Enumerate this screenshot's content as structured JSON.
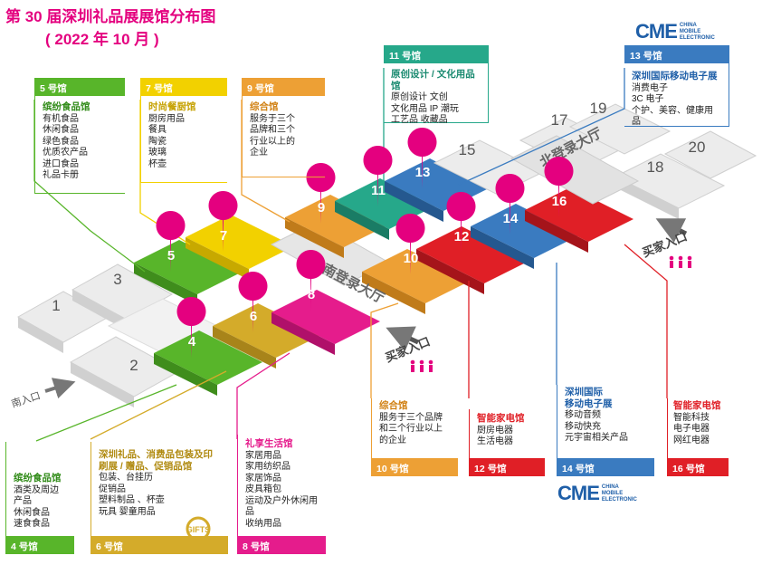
{
  "title": {
    "line1": "第 30 届深圳礼品展展馆分布图",
    "line2": "( 2022 年 10 月 )"
  },
  "colors": {
    "magenta": "#e4007f",
    "green": "#58b52a",
    "yellow": "#f2d100",
    "orange": "#eda035",
    "teal": "#26a88a",
    "blue": "#3a7bc0",
    "red": "#e01f26",
    "gold": "#d4ab2a",
    "pink": "#e51c8c",
    "gray_hall": "#ececec"
  },
  "halls": {
    "h1": "1",
    "h2": "2",
    "h3": "3",
    "h4": "4",
    "h5": "5",
    "h6": "6",
    "h7": "7",
    "h8": "8",
    "h9": "9",
    "h10": "10",
    "h11": "11",
    "h12": "12",
    "h13": "13",
    "h14": "14",
    "h15": "15",
    "h16": "16",
    "h17": "17",
    "h18": "18",
    "h19": "19",
    "h20": "20"
  },
  "labels": {
    "south_entrance": "南入口",
    "buyer_entrance_1": "买家入口",
    "buyer_entrance_2": "买家入口",
    "south_hall": "南登录大厅",
    "north_hall": "北登录大厅"
  },
  "boxes": {
    "b5": {
      "tag": "5 号馆",
      "head": "缤纷食品馆",
      "items": [
        "有机食品",
        "休闲食品",
        "绿色食品",
        "优质农产品",
        "进口食品",
        "礼品卡册"
      ]
    },
    "b7": {
      "tag": "7 号馆",
      "head": "时尚餐厨馆",
      "items": [
        "厨房用品",
        "餐具",
        "陶瓷",
        "玻璃",
        "杯壶"
      ]
    },
    "b9": {
      "tag": "9 号馆",
      "head": "综合馆",
      "items": [
        "服务于三个",
        "品牌和三个",
        "行业以上的",
        "企业"
      ]
    },
    "b11": {
      "tag": "11 号馆",
      "head": "原创设计 / 文化用品馆",
      "items": [
        "原创设计  文创",
        "文化用品  IP 潮玩",
        "工艺品  收藏品"
      ]
    },
    "b13": {
      "tag": "13 号馆",
      "head": "深圳国际移动电子展",
      "items": [
        "消费电子",
        "3C 电子",
        "个护、美容、健康用品"
      ]
    },
    "b4": {
      "tag": "4 号馆",
      "head": "缤纷食品馆",
      "items": [
        "酒类及周边产品",
        "休闲食品",
        "速食食品"
      ]
    },
    "b6": {
      "tag": "6 号馆",
      "head": "深圳礼品、消费品包装及印刷展 / 赠品、促销品馆",
      "items": [
        "包装、台挂历",
        "促销品",
        "塑料制品 、杯壶",
        "玩具  婴童用品"
      ]
    },
    "b8": {
      "tag": "8 号馆",
      "head": "礼享生活馆",
      "items": [
        "家居用品",
        "家用纺织品",
        "家居饰品",
        "皮具箱包",
        "运动及户外休闲用品",
        "收纳用品"
      ]
    },
    "b10": {
      "tag": "10 号馆",
      "head": "综合馆",
      "items": [
        "服务于三个品牌",
        "和三个行业以上",
        "的企业"
      ]
    },
    "b12": {
      "tag": "12 号馆",
      "head": "智能家电馆",
      "items": [
        "厨房电器",
        "生活电器"
      ]
    },
    "b14": {
      "tag": "14 号馆",
      "head": "深圳国际\n移动电子展",
      "items": [
        "移动音频",
        "移动快充",
        "元宇宙相关产品"
      ]
    },
    "b16": {
      "tag": "16 号馆",
      "head": "智能家电馆",
      "items": [
        "智能科技",
        "电子电器",
        "网红电器"
      ]
    }
  },
  "logos": {
    "cme_text": "CME",
    "cme_sub": "CHINA\nMOBILE\nELECTRONIC",
    "gift_text": "GIFTS"
  }
}
